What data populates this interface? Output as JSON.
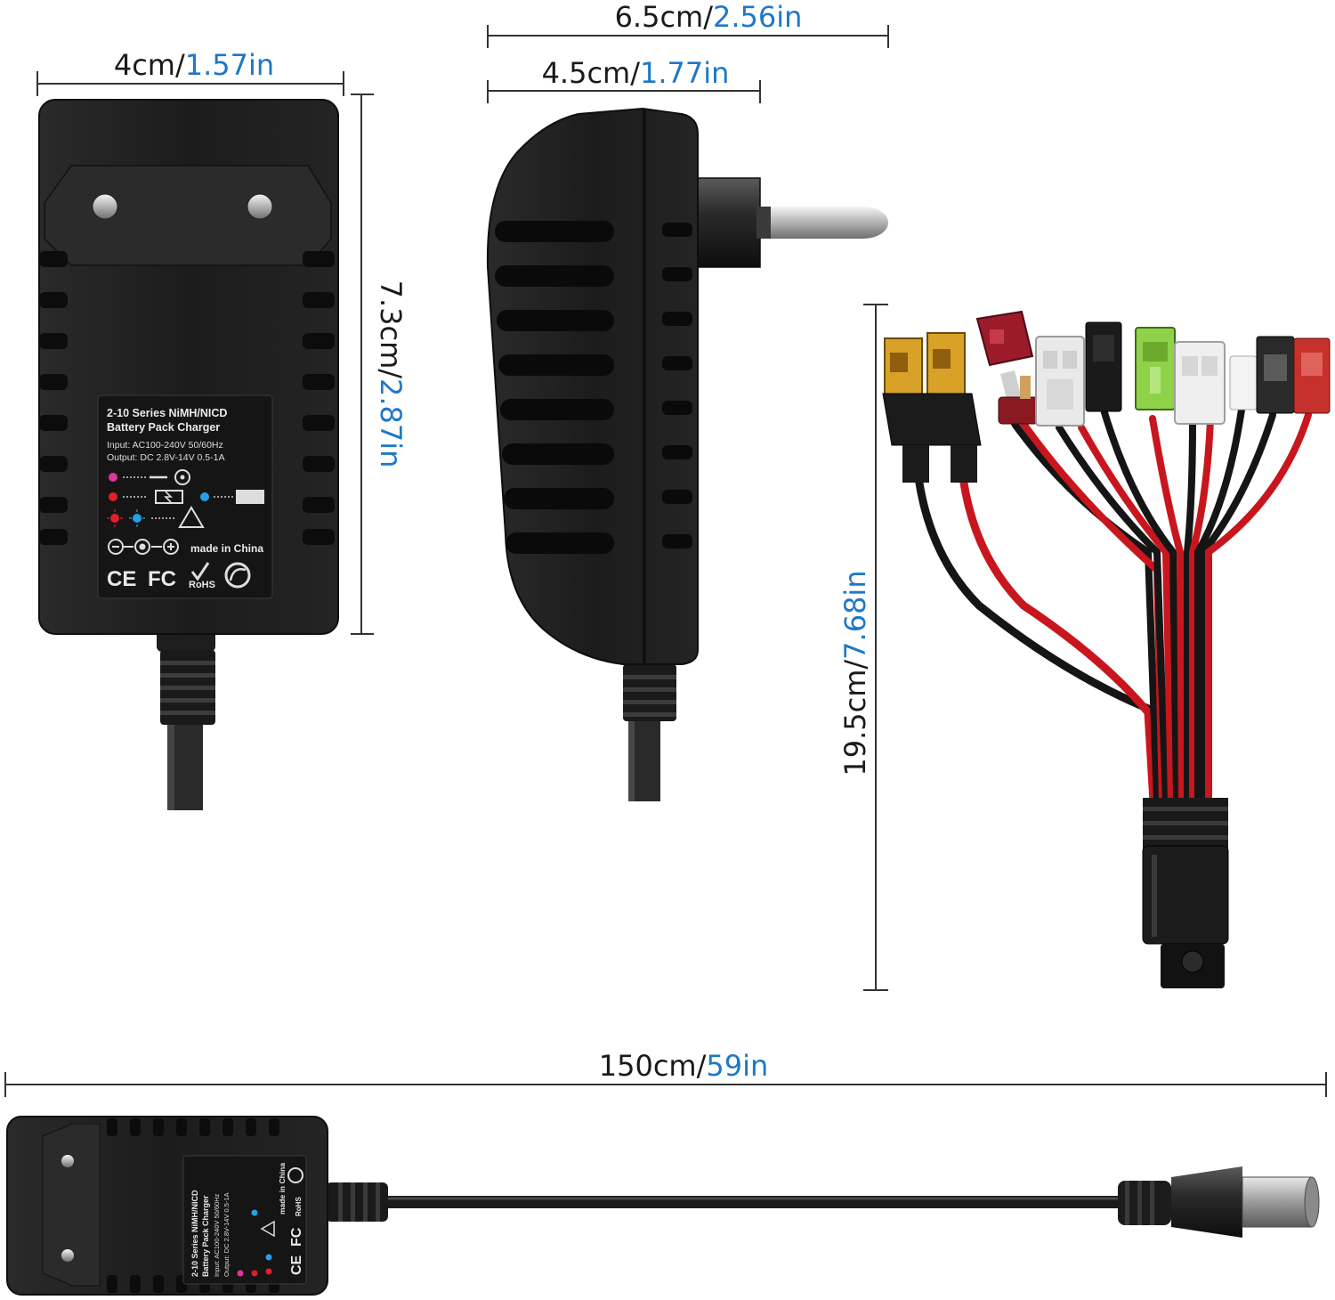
{
  "dimensions": {
    "front_width": {
      "metric": "4cm",
      "sep": "/",
      "imperial": "1.57in"
    },
    "front_height": {
      "metric": "7.3cm",
      "sep": "/",
      "imperial": "2.87in"
    },
    "side_total": {
      "metric": "6.5cm",
      "sep": "/",
      "imperial": "2.56in"
    },
    "side_body": {
      "metric": "4.5cm",
      "sep": "/",
      "imperial": "1.77in"
    },
    "cable_bundle": {
      "metric": "19.5cm",
      "sep": "/",
      "imperial": "7.68in"
    },
    "cable_total": {
      "metric": "150cm",
      "sep": "/",
      "imperial": "59in"
    }
  },
  "charger_label": {
    "line1": "2-10 Series NiMH/NICD",
    "line2": "Battery Pack Charger",
    "input": "Input:  AC100-240V  50/60Hz",
    "output": "Output:  DC 2.8V-14V  0.5-1A",
    "made_in": "made in China",
    "marks": [
      "CE",
      "FC",
      "RoHS"
    ]
  },
  "colors": {
    "body": "#1b1b1b",
    "body_edge": "#2c2c2c",
    "dim_blue": "#1e78c8",
    "led_pink": "#e0379a",
    "led_red": "#e0202a",
    "led_blue": "#25a0e6",
    "wire_red": "#c8161e",
    "wire_black": "#151515"
  },
  "connectors": [
    {
      "name": "traxxas",
      "color": "#d7a227"
    },
    {
      "name": "tamiya-red",
      "color": "#9c1b2b"
    },
    {
      "name": "deans-t",
      "color": "#8a1a22"
    },
    {
      "name": "tamiya-white",
      "color": "#e9e9e9"
    },
    {
      "name": "jst-black",
      "color": "#1a1a1a"
    },
    {
      "name": "mini-tamiya-green",
      "color": "#8ed24a"
    },
    {
      "name": "tamiya-white-2",
      "color": "#efefef"
    },
    {
      "name": "sm-white",
      "color": "#f3f3f3"
    },
    {
      "name": "futaba-black",
      "color": "#2a2a2a"
    },
    {
      "name": "ec-red",
      "color": "#c7312c"
    }
  ]
}
